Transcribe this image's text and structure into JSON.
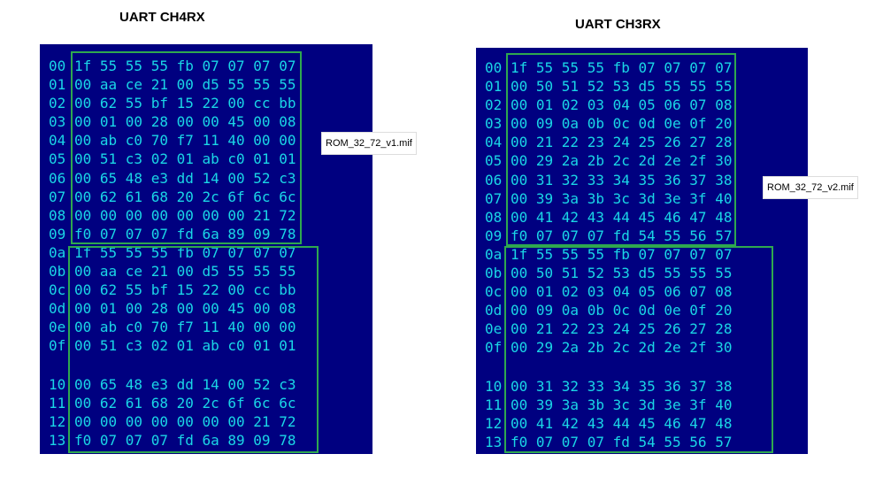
{
  "left": {
    "title": "UART CH4RX",
    "file_label": "ROM_32_72_v1.mif",
    "rows": [
      {
        "addr": "00",
        "bytes": "1f 55 55 55 fb 07 07 07 07"
      },
      {
        "addr": "01",
        "bytes": "00 aa ce 21 00 d5 55 55 55"
      },
      {
        "addr": "02",
        "bytes": "00 62 55 bf 15 22 00 cc bb"
      },
      {
        "addr": "03",
        "bytes": "00 01 00 28 00 00 45 00 08"
      },
      {
        "addr": "04",
        "bytes": "00 ab c0 70 f7 11 40 00 00"
      },
      {
        "addr": "05",
        "bytes": "00 51 c3 02 01 ab c0 01 01"
      },
      {
        "addr": "06",
        "bytes": "00 65 48 e3 dd 14 00 52 c3"
      },
      {
        "addr": "07",
        "bytes": "00 62 61 68 20 2c 6f 6c 6c"
      },
      {
        "addr": "08",
        "bytes": "00 00 00 00 00 00 00 21 72"
      },
      {
        "addr": "09",
        "bytes": "f0 07 07 07 fd 6a 89 09 78"
      },
      {
        "addr": "0a",
        "bytes": "1f 55 55 55 fb 07 07 07 07"
      },
      {
        "addr": "0b",
        "bytes": "00 aa ce 21 00 d5 55 55 55"
      },
      {
        "addr": "0c",
        "bytes": "00 62 55 bf 15 22 00 cc bb"
      },
      {
        "addr": "0d",
        "bytes": "00 01 00 28 00 00 45 00 08"
      },
      {
        "addr": "0e",
        "bytes": "00 ab c0 70 f7 11 40 00 00"
      },
      {
        "addr": "0f",
        "bytes": "00 51 c3 02 01 ab c0 01 01"
      },
      {
        "addr": "10",
        "bytes": "00 65 48 e3 dd 14 00 52 c3"
      },
      {
        "addr": "11",
        "bytes": "00 62 61 68 20 2c 6f 6c 6c"
      },
      {
        "addr": "12",
        "bytes": "00 00 00 00 00 00 00 21 72"
      },
      {
        "addr": "13",
        "bytes": "f0 07 07 07 fd 6a 89 09 78"
      }
    ]
  },
  "right": {
    "title": "UART CH3RX",
    "file_label": "ROM_32_72_v2.mif",
    "rows": [
      {
        "addr": "00",
        "bytes": "1f 55 55 55 fb 07 07 07 07"
      },
      {
        "addr": "01",
        "bytes": "00 50 51 52 53 d5 55 55 55"
      },
      {
        "addr": "02",
        "bytes": "00 01 02 03 04 05 06 07 08"
      },
      {
        "addr": "03",
        "bytes": "00 09 0a 0b 0c 0d 0e 0f 20"
      },
      {
        "addr": "04",
        "bytes": "00 21 22 23 24 25 26 27 28"
      },
      {
        "addr": "05",
        "bytes": "00 29 2a 2b 2c 2d 2e 2f 30"
      },
      {
        "addr": "06",
        "bytes": "00 31 32 33 34 35 36 37 38"
      },
      {
        "addr": "07",
        "bytes": "00 39 3a 3b 3c 3d 3e 3f 40"
      },
      {
        "addr": "08",
        "bytes": "00 41 42 43 44 45 46 47 48"
      },
      {
        "addr": "09",
        "bytes": "f0 07 07 07 fd 54 55 56 57"
      },
      {
        "addr": "0a",
        "bytes": "1f 55 55 55 fb 07 07 07 07"
      },
      {
        "addr": "0b",
        "bytes": "00 50 51 52 53 d5 55 55 55"
      },
      {
        "addr": "0c",
        "bytes": "00 01 02 03 04 05 06 07 08"
      },
      {
        "addr": "0d",
        "bytes": "00 09 0a 0b 0c 0d 0e 0f 20"
      },
      {
        "addr": "0e",
        "bytes": "00 21 22 23 24 25 26 27 28"
      },
      {
        "addr": "0f",
        "bytes": "00 29 2a 2b 2c 2d 2e 2f 30"
      },
      {
        "addr": "10",
        "bytes": "00 31 32 33 34 35 36 37 38"
      },
      {
        "addr": "11",
        "bytes": "00 39 3a 3b 3c 3d 3e 3f 40"
      },
      {
        "addr": "12",
        "bytes": "00 41 42 43 44 45 46 47 48"
      },
      {
        "addr": "13",
        "bytes": "f0 07 07 07 fd 54 55 56 57"
      }
    ]
  }
}
